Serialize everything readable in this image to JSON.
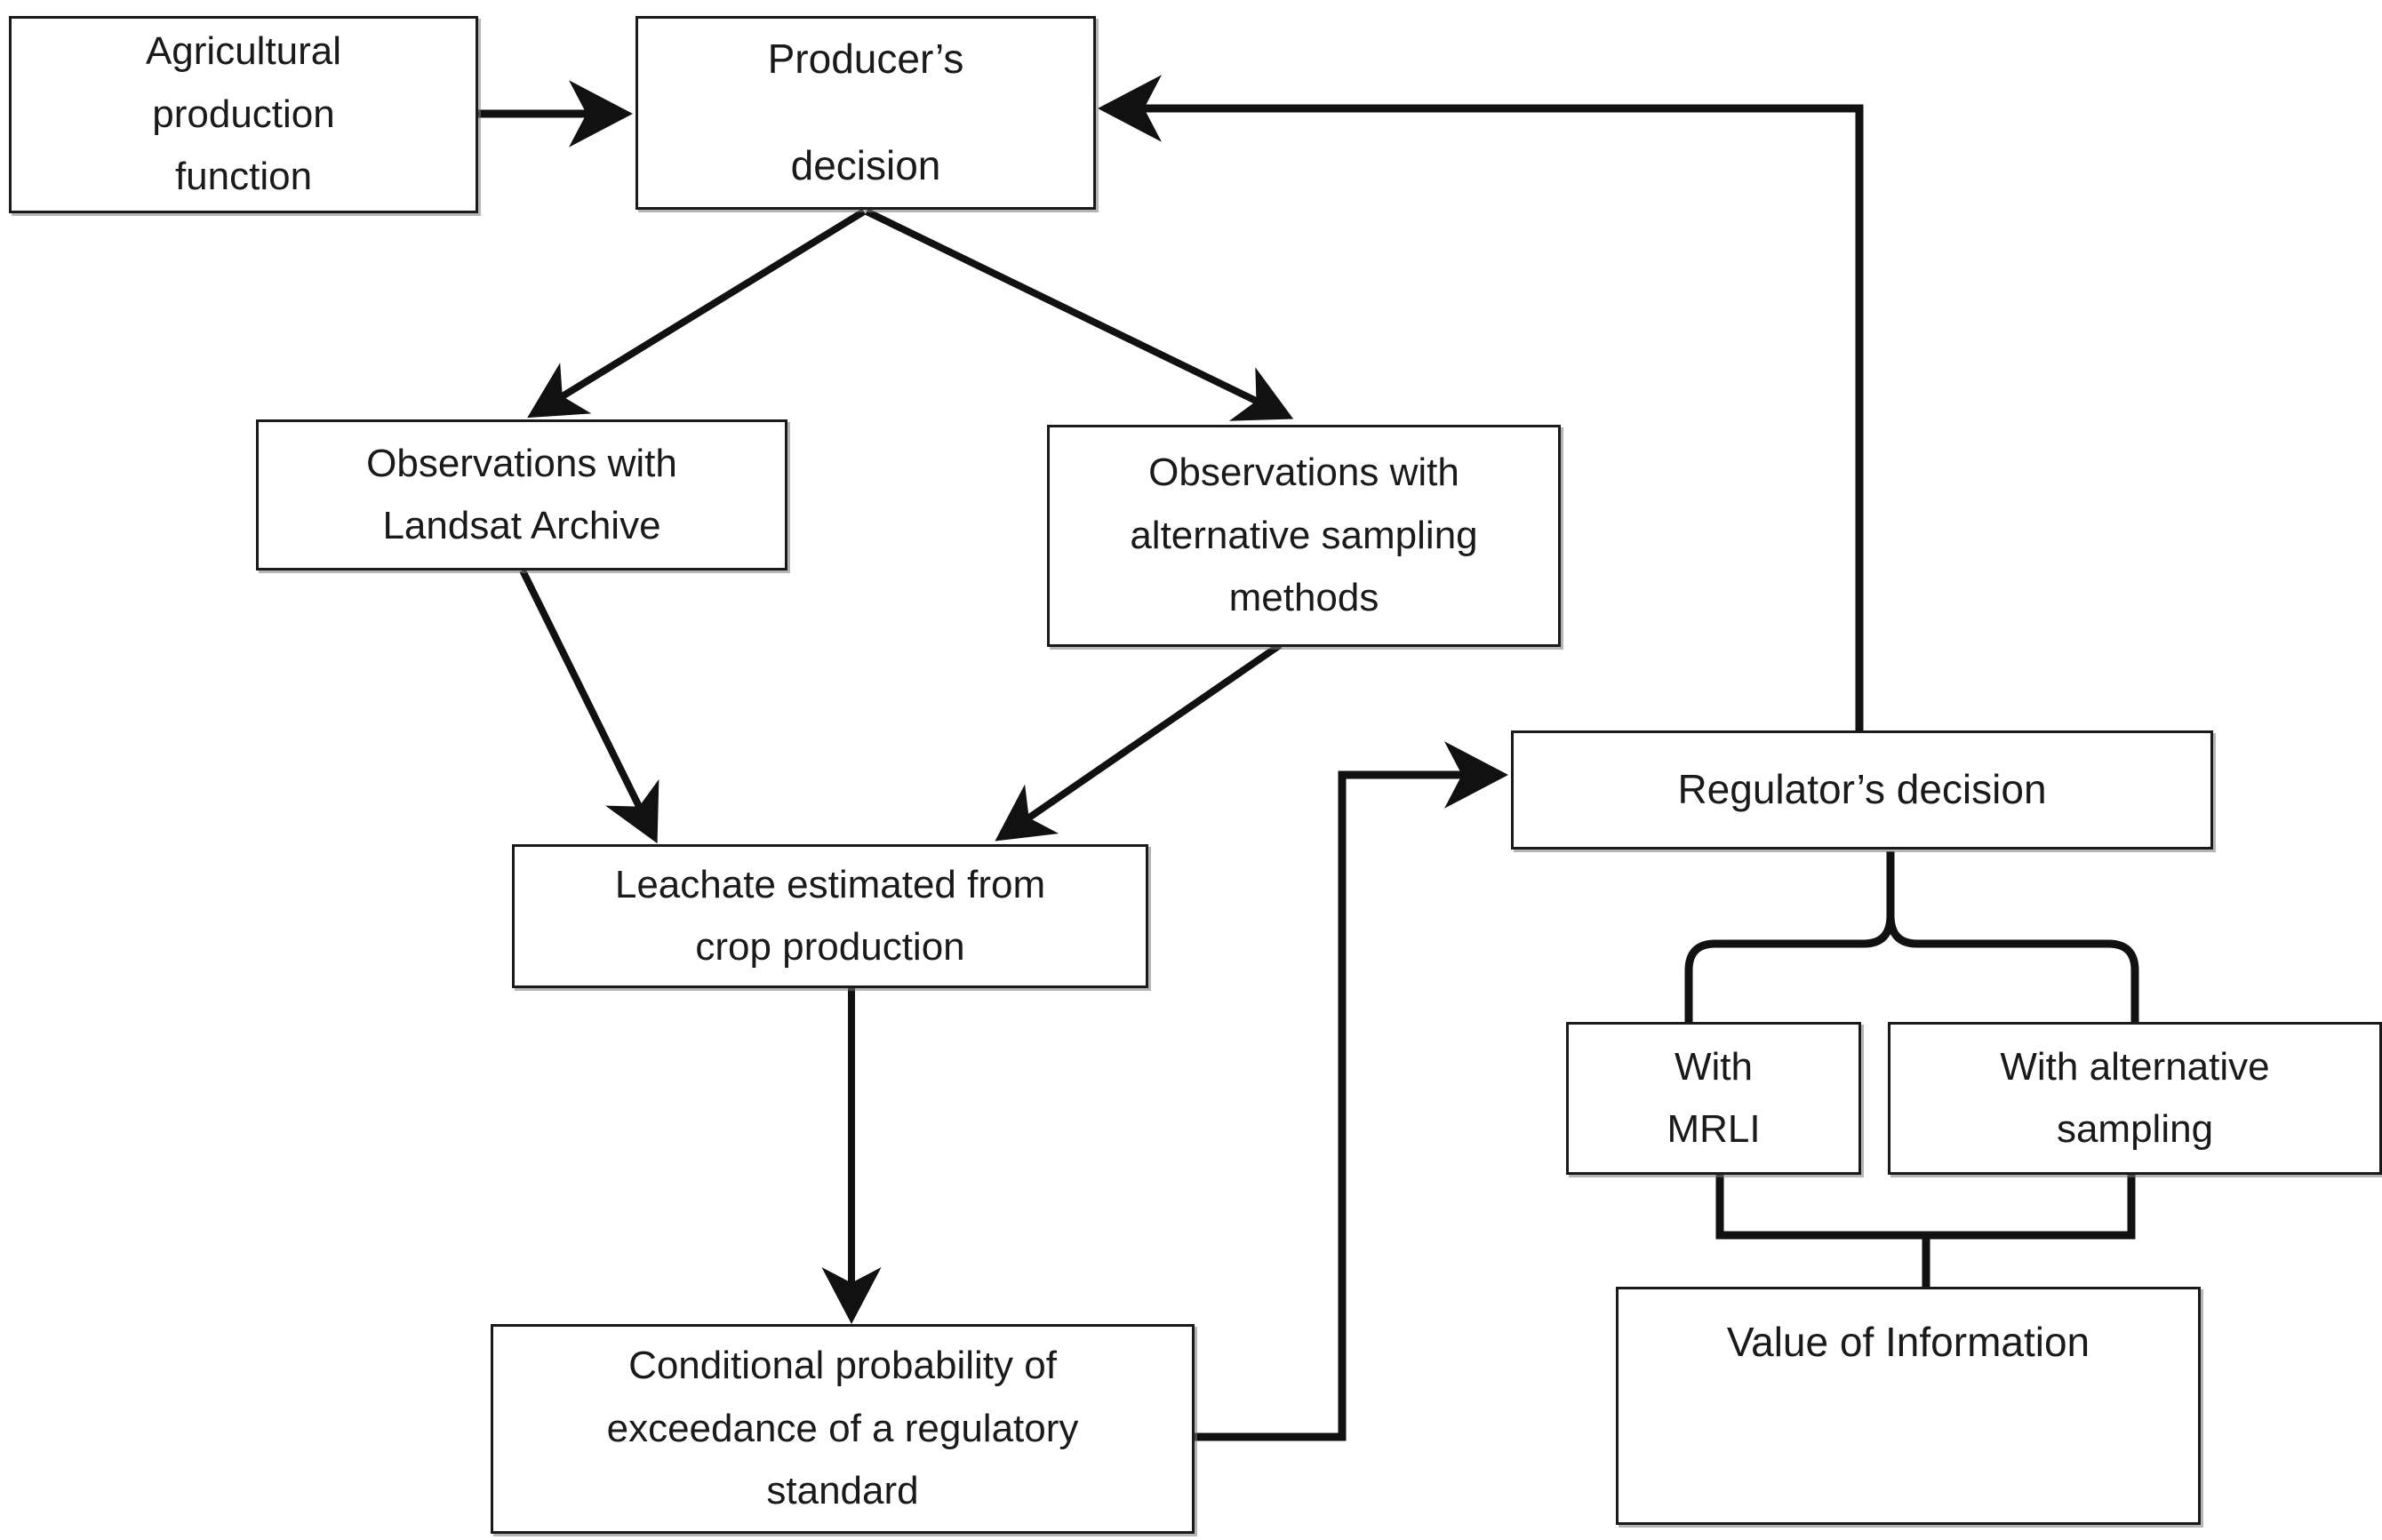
{
  "diagram": {
    "type": "flowchart",
    "title": "",
    "background": "#ffffff",
    "line_color": "#1a1a1a",
    "box_border_color": "#1a1a1a",
    "box_fill_color": "#ffffff",
    "shadow_color": "#787878",
    "nodes": [
      {
        "id": "agricultural-production-function",
        "label": "Agricultural\nproduction\nfunction"
      },
      {
        "id": "producers-decision",
        "label": "Producer’s\n\ndecision"
      },
      {
        "id": "observations-landsat",
        "label": "Observations with\nLandsat Archive"
      },
      {
        "id": "observations-alternative",
        "label": "Observations with\nalternative sampling\nmethods"
      },
      {
        "id": "leachate-estimated",
        "label": "Leachate estimated from\ncrop production"
      },
      {
        "id": "conditional-probability",
        "label": "Conditional probability of\nexceedance of a regulatory\nstandard"
      },
      {
        "id": "regulators-decision",
        "label": "Regulator’s decision"
      },
      {
        "id": "with-mrli",
        "label": "With\nMRLI"
      },
      {
        "id": "with-alternative-sampling",
        "label": "With alternative\nsampling"
      },
      {
        "id": "value-of-information",
        "label": "Value of Information"
      }
    ],
    "edges": [
      {
        "from": "agricultural-production-function",
        "to": "producers-decision",
        "style": "arrow"
      },
      {
        "from": "producers-decision",
        "to": "observations-landsat",
        "style": "arrow"
      },
      {
        "from": "producers-decision",
        "to": "observations-alternative",
        "style": "arrow"
      },
      {
        "from": "observations-landsat",
        "to": "leachate-estimated",
        "style": "arrow"
      },
      {
        "from": "observations-alternative",
        "to": "leachate-estimated",
        "style": "arrow"
      },
      {
        "from": "leachate-estimated",
        "to": "conditional-probability",
        "style": "arrow"
      },
      {
        "from": "conditional-probability",
        "to": "regulators-decision",
        "style": "arrow"
      },
      {
        "from": "regulators-decision",
        "to": "producers-decision",
        "style": "arrow-feedback"
      },
      {
        "from": "regulators-decision",
        "to": "with-mrli",
        "style": "brace"
      },
      {
        "from": "regulators-decision",
        "to": "with-alternative-sampling",
        "style": "brace"
      },
      {
        "from": "with-mrli",
        "to": "value-of-information",
        "style": "merge"
      },
      {
        "from": "with-alternative-sampling",
        "to": "value-of-information",
        "style": "merge"
      }
    ]
  }
}
